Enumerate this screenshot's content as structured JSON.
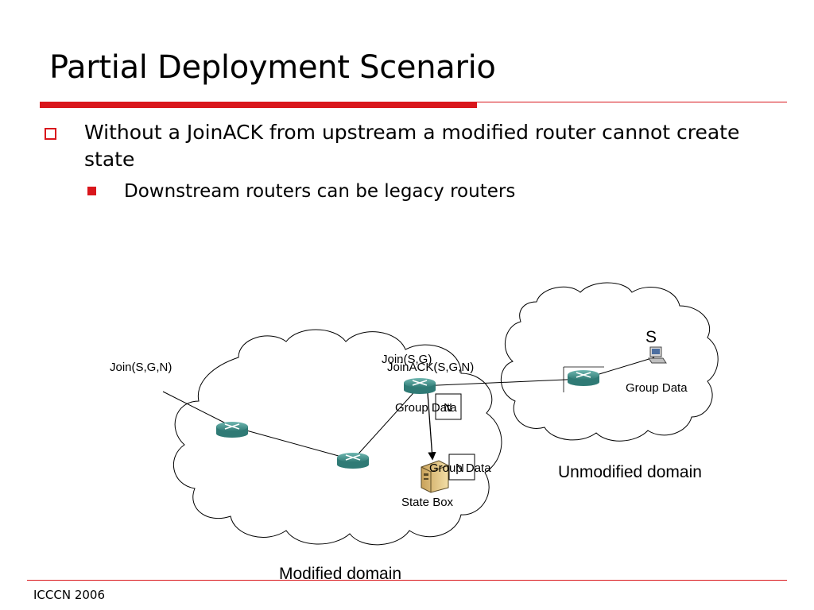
{
  "slide": {
    "title": "Partial Deployment Scenario",
    "bullets": [
      {
        "level": 1,
        "text": "Without a JoinACK from upstream a modified router cannot create state"
      },
      {
        "level": 2,
        "text": "Downstream routers can be legacy routers"
      }
    ],
    "footer": "ICCCN 2006"
  },
  "diagram": {
    "modified_domain_label": "Modified domain",
    "unmodified_domain_label": "Unmodified domain",
    "join_sgn_label": "Join(S,G,N)",
    "join_sg_label": "Join(S,G)",
    "joinack_label": "JoinACK(S,G,N)",
    "group_data_label": "Group Data",
    "n_label": "N",
    "state_box_label": "State Box",
    "source_label": "S",
    "colors": {
      "accent": "#d9161c",
      "router": "#3f8f8a"
    }
  }
}
